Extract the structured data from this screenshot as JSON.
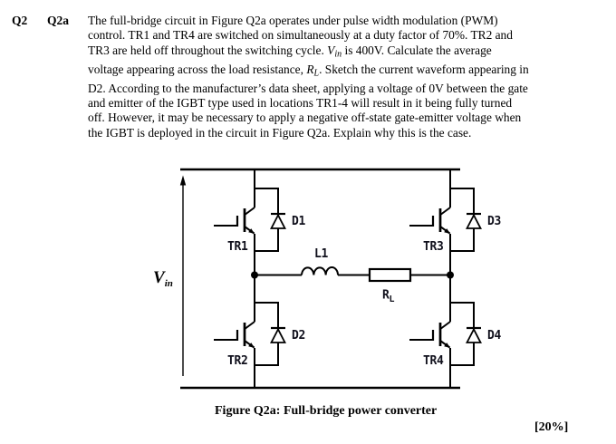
{
  "question": {
    "number": "Q2",
    "part": "Q2a",
    "lines": [
      [
        {
          "t": "The full-bridge circuit in Figure Q2a operates under pulse width modulation (PWM)"
        }
      ],
      [
        {
          "t": "control. TR1 and TR4 are switched on simultaneously at a duty factor of 70%. TR2 and"
        }
      ],
      [
        {
          "t": "TR3 are held off throughout the switching cycle. "
        },
        {
          "t": "V",
          "i": true
        },
        {
          "t": "in",
          "i": true,
          "s": true
        },
        {
          "t": " is 400V. Calculate the average"
        }
      ],
      [
        {
          "t": "voltage appearing across the load resistance, "
        },
        {
          "t": "R",
          "i": true
        },
        {
          "t": "L",
          "i": true,
          "s": true
        },
        {
          "t": ". Sketch the current waveform appearing in"
        }
      ],
      [
        {
          "t": "D2. According to the manufacturer’s data sheet, applying a voltage of 0V between the gate"
        }
      ],
      [
        {
          "t": "and emitter of the IGBT type used in locations TR1-4 will result in it being fully turned"
        }
      ],
      [
        {
          "t": "off. However, it may be necessary to apply a negative off-state gate-emitter voltage when"
        }
      ],
      [
        {
          "t": "the IGBT is deployed in the circuit in Figure Q2a. Explain why this is the case."
        }
      ]
    ]
  },
  "circuit": {
    "transistors": {
      "tr1": "TR1",
      "tr2": "TR2",
      "tr3": "TR3",
      "tr4": "TR4"
    },
    "diodes": {
      "d1": "D1",
      "d2": "D2",
      "d3": "D3",
      "d4": "D4"
    },
    "inductor": "L1",
    "resistor": {
      "main": "R",
      "sub": "L"
    },
    "vin": {
      "main": "V",
      "sub": "in"
    },
    "line_color": "#000000",
    "label_color": "#10101c"
  },
  "figure": {
    "caption": "Figure Q2a: Full-bridge power converter",
    "marks": "[20%]"
  }
}
